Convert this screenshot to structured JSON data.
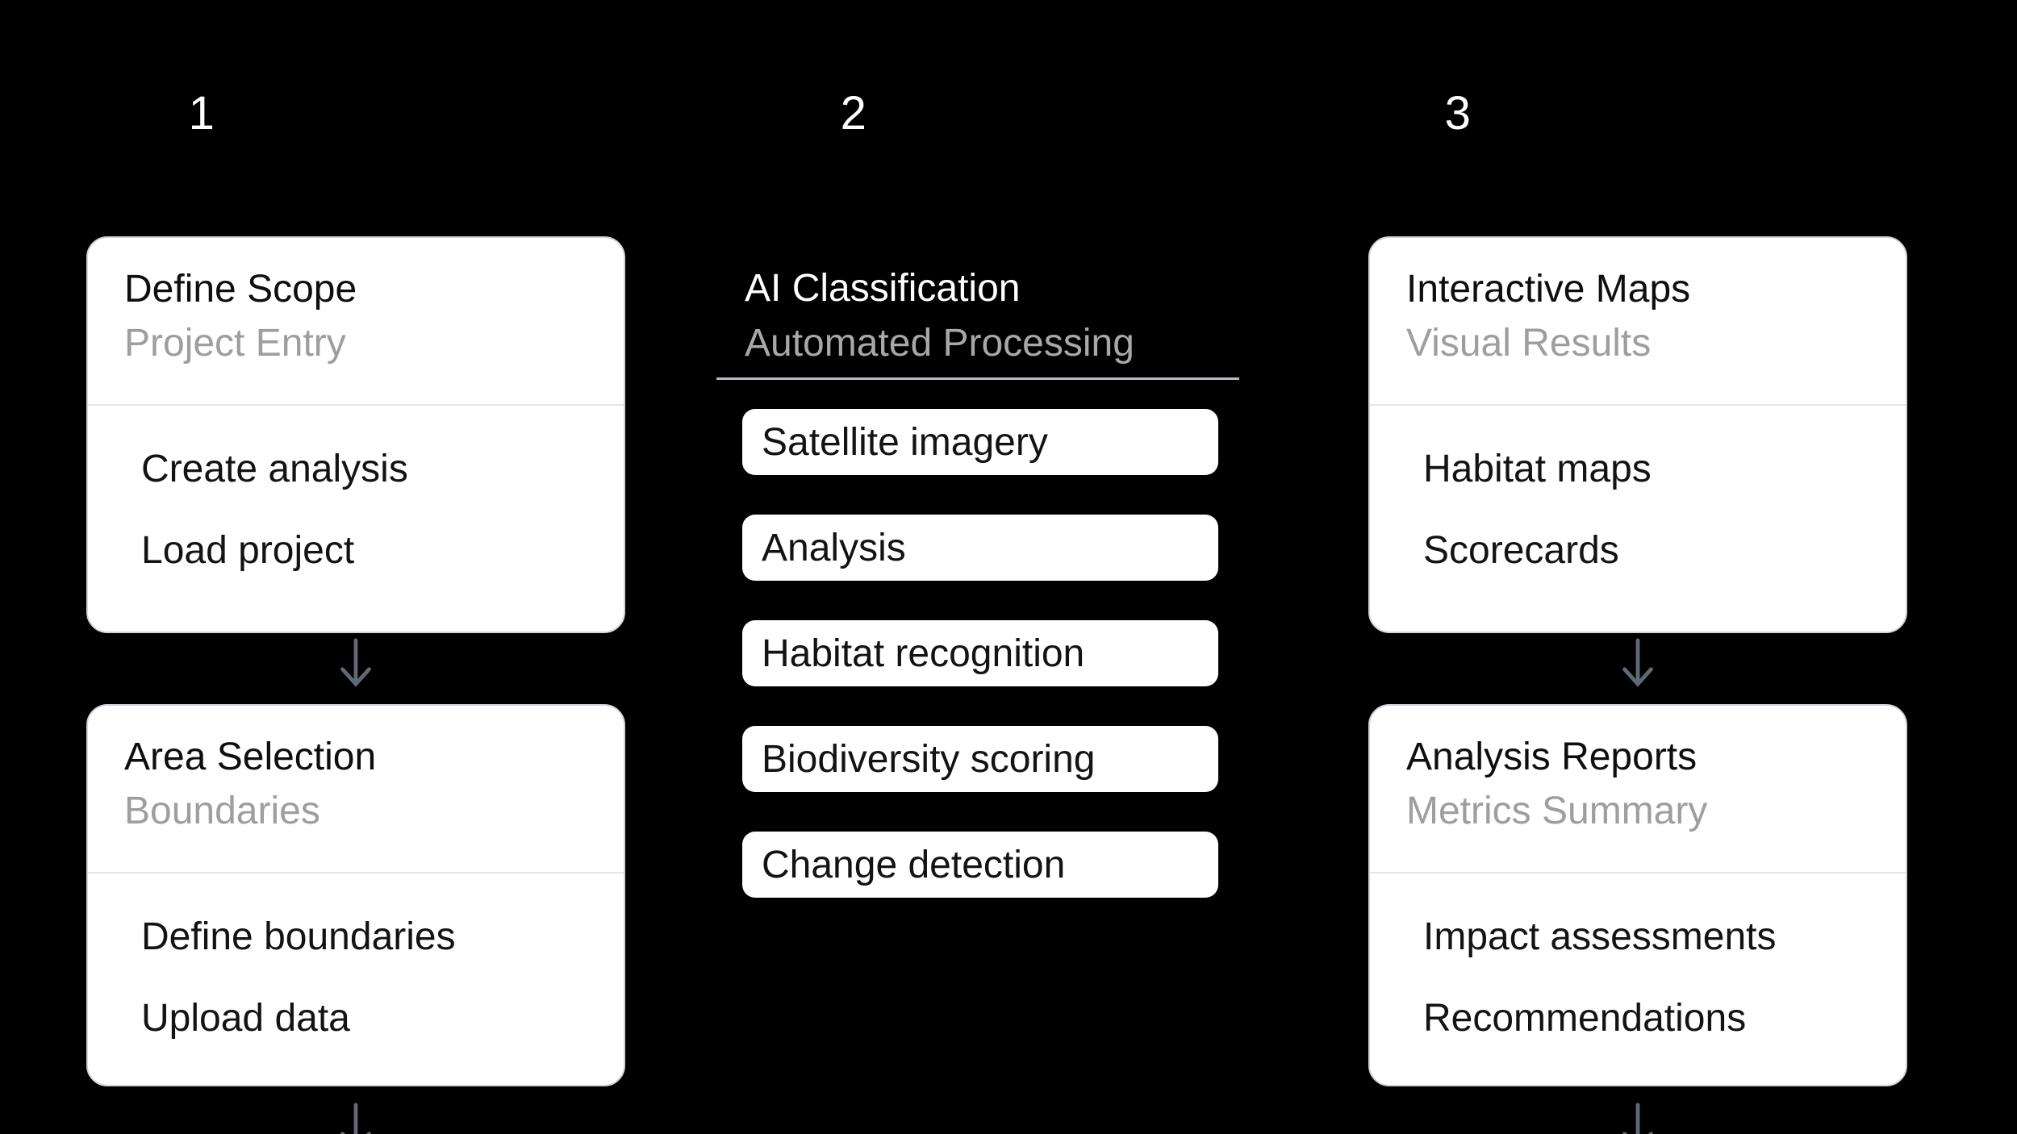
{
  "steps": [
    {
      "number": "1",
      "cards": [
        {
          "title": "Define Scope",
          "subtitle": "Project Entry",
          "items": [
            "Create analysis",
            "Load project"
          ]
        },
        {
          "title": "Area Selection",
          "subtitle": "Boundaries",
          "items": [
            "Define boundaries",
            "Upload data"
          ]
        }
      ]
    },
    {
      "number": "2",
      "title": "AI Classification",
      "subtitle": "Automated Processing",
      "pills": [
        "Satellite imagery",
        "Analysis",
        "Habitat recognition",
        "Biodiversity scoring",
        "Change detection"
      ]
    },
    {
      "number": "3",
      "cards": [
        {
          "title": "Interactive Maps",
          "subtitle": "Visual Results",
          "items": [
            "Habitat maps",
            "Scorecards"
          ]
        },
        {
          "title": "Analysis Reports",
          "subtitle": "Metrics Summary",
          "items": [
            "Impact assessments",
            "Recommendations"
          ]
        }
      ]
    }
  ],
  "icons": {
    "down_arrow": "arrow-down"
  },
  "colors": {
    "background": "#000000",
    "card_background": "#ffffff",
    "card_border": "#cfd4db",
    "card_title": "#0e0e0e",
    "card_subtitle": "#9e9e9e",
    "item_text": "#131313",
    "card_divider": "#e3e6ea",
    "step_number": "#ffffff",
    "col2_title": "#ffffff",
    "col2_subtitle": "#a8a8a8",
    "section_line": "#b6bac1",
    "arrow": "#606a76"
  }
}
